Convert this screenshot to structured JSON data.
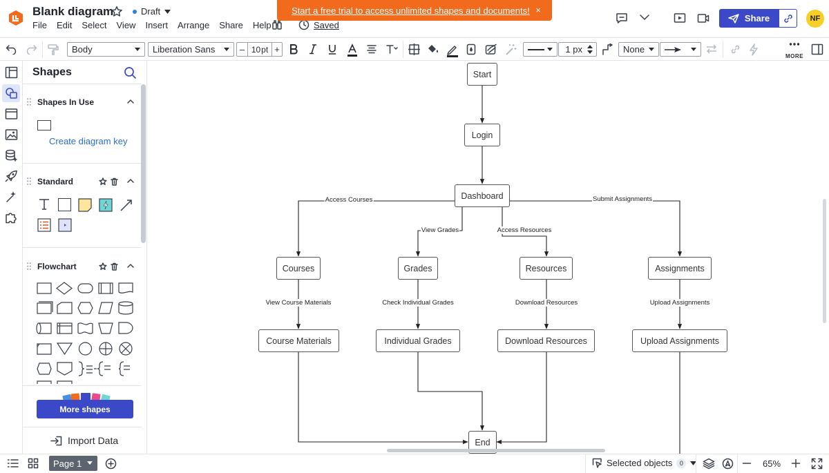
{
  "app": {
    "title": "Blank diagram",
    "status": "Draft",
    "saved": "Saved",
    "avatar_initials": "NF"
  },
  "menu": [
    "File",
    "Edit",
    "Select",
    "View",
    "Insert",
    "Arrange",
    "Share",
    "Help"
  ],
  "banner": {
    "text": "Start a free trial to access unlimited shapes and documents!",
    "close": "×"
  },
  "share": {
    "label": "Share"
  },
  "toolbar": {
    "style": "Body",
    "font": "Liberation Sans",
    "font_size": "10",
    "font_unit": "pt",
    "minus": "–",
    "plus": "+",
    "line_width": "1 px",
    "arrow_start": "None",
    "more_label": "MORE"
  },
  "panel": {
    "title": "Shapes",
    "sections": [
      {
        "label": "Shapes In Use",
        "action": "Create diagram key"
      },
      {
        "label": "Standard"
      },
      {
        "label": "Flowchart"
      }
    ],
    "more_shapes": "More shapes",
    "import_data": "Import Data"
  },
  "diagram": {
    "nodes": {
      "start": "Start",
      "login": "Login",
      "dashboard": "Dashboard",
      "courses": "Courses",
      "grades": "Grades",
      "resources": "Resources",
      "assignments": "Assignments",
      "course_materials": "Course Materials",
      "individual_grades": "Individual Grades",
      "download_resources": "Download Resources",
      "upload_assignments": "Upload Assignments",
      "end": "End"
    },
    "edges": {
      "access_courses": "Access Courses",
      "view_grades": "View Grades",
      "access_resources": "Access Resources",
      "submit_assignments": "Submit Assignments",
      "view_course_materials": "View Course Materials",
      "check_individual_grades": "Check Individual Grades",
      "download_resources": "Download Resources",
      "upload_assignments": "Upload Assignments"
    }
  },
  "bottom": {
    "page": "Page 1",
    "selected": "Selected objects",
    "selected_count": "0",
    "zoom": "65%"
  },
  "colors": {
    "accent": "#3b49c8",
    "banner": "#f26a1b",
    "avatar": "#f8cf25"
  }
}
